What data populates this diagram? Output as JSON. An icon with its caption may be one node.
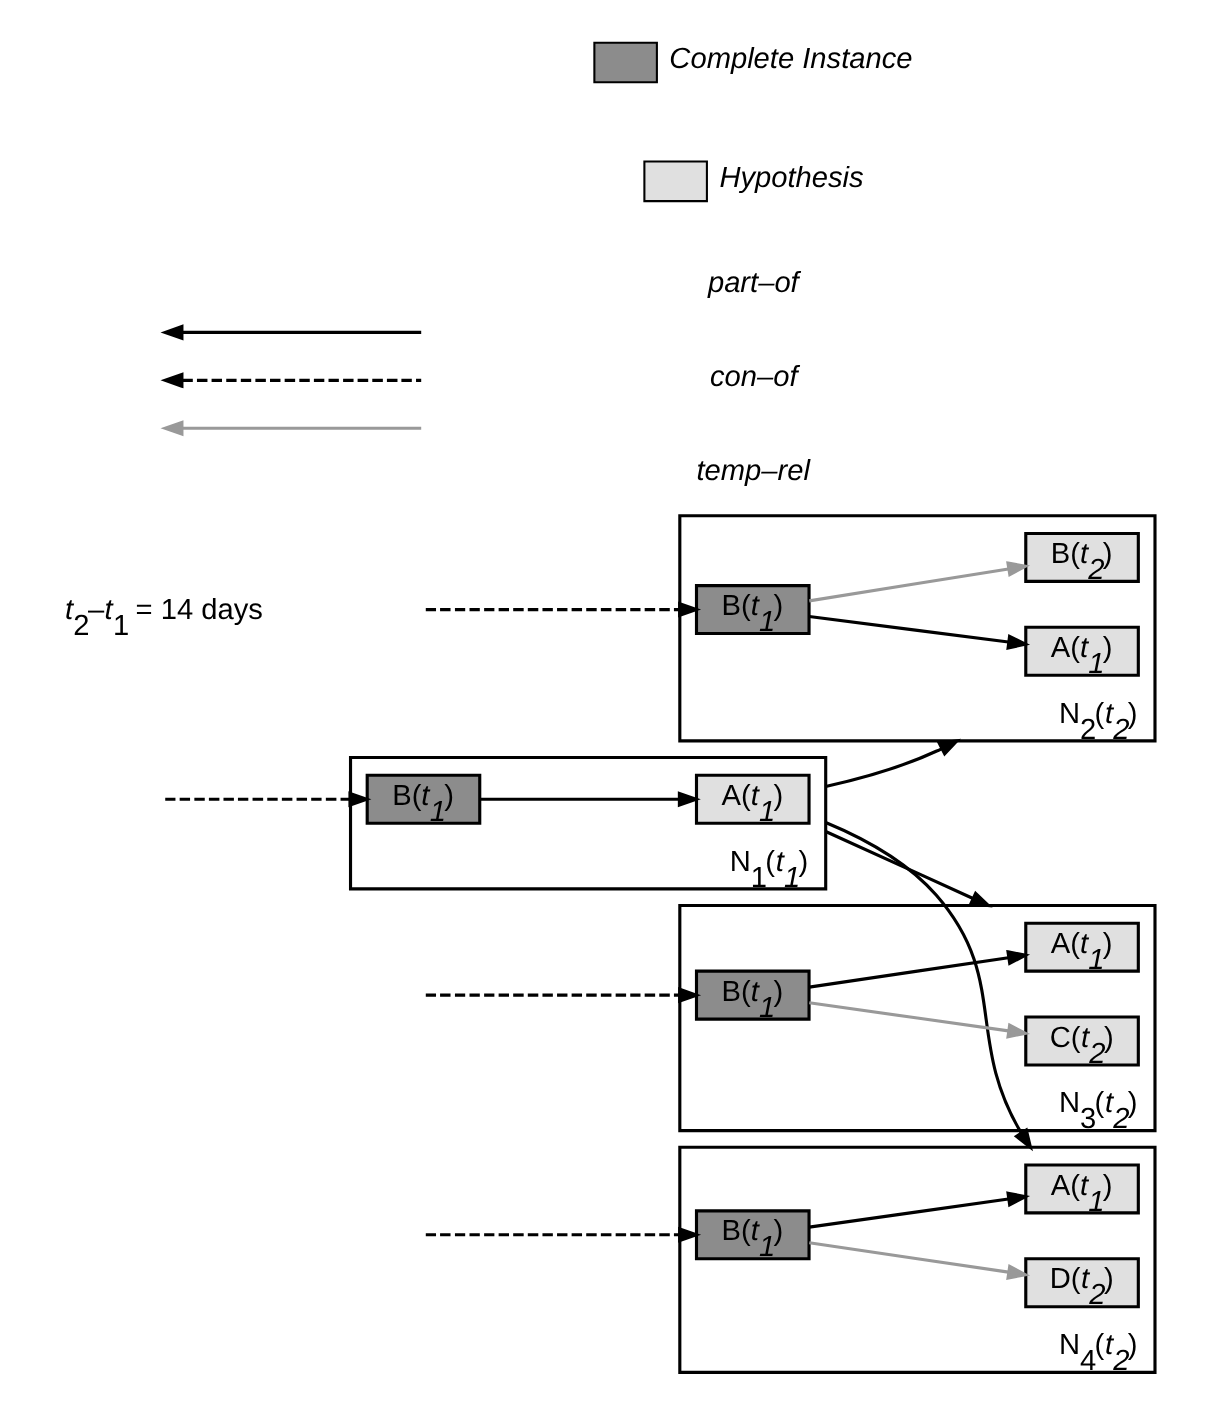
{
  "diagram": {
    "nodes": [
      {
        "text": [
          "N$_{1}$(*t$_{1}$*)"
        ]
      },
      {
        "text": [
          "A(*t$_{1}$*)"
        ],
        "in": 0
      },
      {
        "text": [
          "B(*t$_{1}$*)"
        ],
        "in": 0
      },
      {
        "text": [
          "N$_{2}$(*t$_{2}$*)"
        ]
      },
      {
        "text": [
          "A(*t$_{1}$*)"
        ],
        "in": 3
      },
      {
        "text": [
          "B(*t$_{1}$*)"
        ],
        "in": 3
      },
      {
        "text": [
          "B(*t$_{2}$*)"
        ],
        "in": 3
      },
      {
        "text": [
          "N$_{3}$(*t$_{2}$*)"
        ]
      },
      {
        "text": [
          "A(*t$_{1}$*)"
        ],
        "in": 7
      },
      {
        "text": [
          "B(*t$_{1}$*)"
        ],
        "in": 7
      },
      {
        "text": [
          "C(*t$_{2}$*)"
        ],
        "in": 7
      },
      {
        "text": [
          "N$_{4}$(*t$_{2}$*)"
        ]
      },
      {
        "text": [
          "A(*t$_{1}$*)"
        ],
        "in": 11
      },
      {
        "text": [
          "B(*t$_{1}$*)"
        ],
        "in": 11
      },
      {
        "text": [
          "D(*t$_{2}$*)"
        ],
        "in": 11
      }
    ],
    "edges": [
      {
        "from": 2,
        "to": 1,
        "arrow": "to"
      },
      {
        "from": null,
        "to": 2,
        "arrow": "to",
        "style": "dashed"
      },
      {
        "from": 0,
        "to": 3,
        "arrow": "to"
      },
      {
        "from": 0,
        "to": 7,
        "arrow": "to"
      },
      {
        "from": 0,
        "to": 11,
        "arrow": "to"
      },
      {
        "from": 5,
        "to": 4,
        "arrow": "to"
      },
      {
        "from": null,
        "to": 5,
        "arrow": "to",
        "style": "dashed"
      },
      {
        "from": 5,
        "to": 6,
        "arrow": "to",
        "color": "#999999"
      },
      {
        "from": 9,
        "to": 8,
        "arrow": "to"
      },
      {
        "from": null,
        "to": 9,
        "arrow": "to",
        "style": "dashed"
      },
      {
        "from": 9,
        "to": 10,
        "arrow": "to",
        "color": "#999999"
      },
      {
        "from": 13,
        "to": 12,
        "arrow": "to"
      },
      {
        "from": null,
        "to": 13,
        "arrow": "to",
        "style": "dashed"
      },
      {
        "from": 13,
        "to": 14,
        "arrow": "to",
        "color": "#999999"
      }
    ],
    "labels": [
      "*t*$_{2}$–*t*$_{1}$ = 14 days"
    ],
    "legend": [
      {
        "text": "Complete Instance",
        "color": "#8c8c8c"
      },
      {
        "text": "Hypothesis",
        "color": "#e0e0e0"
      },
      {
        "text": "part–of"
      },
      {
        "text": "con–of"
      },
      {
        "text": "temp–rel"
      }
    ]
  }
}
